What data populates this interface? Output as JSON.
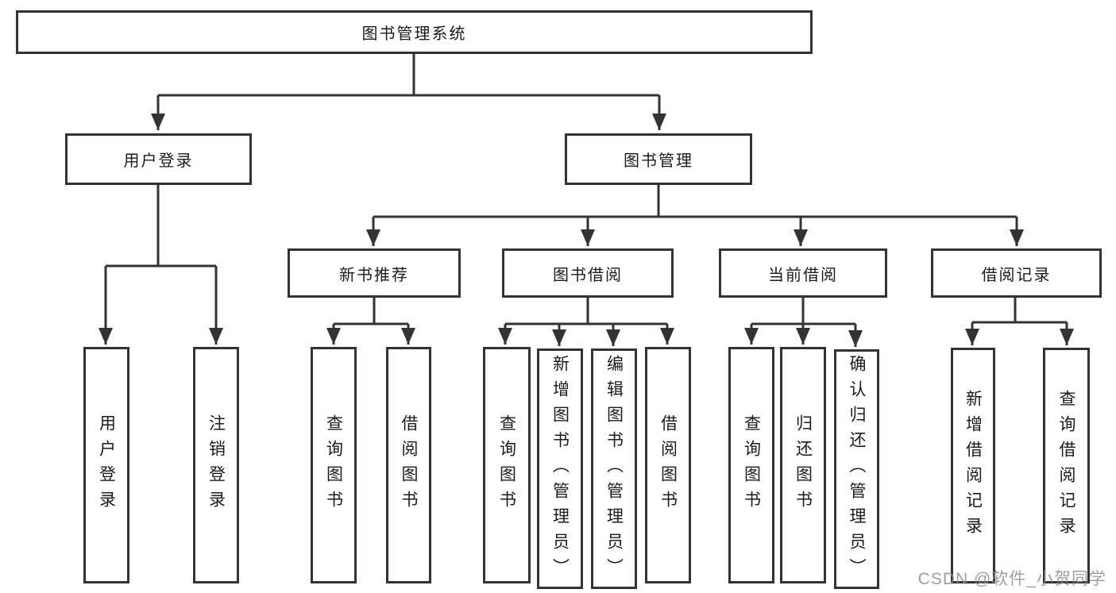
{
  "diagram": {
    "root": {
      "label": "图书管理系统"
    },
    "login": {
      "label": "用户登录",
      "children": [
        {
          "label": "用户登录"
        },
        {
          "label": "注销登录"
        }
      ]
    },
    "management": {
      "label": "图书管理",
      "children": [
        {
          "label": "新书推荐",
          "children": [
            {
              "label": "查询图书"
            },
            {
              "label": "借阅图书"
            }
          ]
        },
        {
          "label": "图书借阅",
          "children": [
            {
              "label": "查询图书"
            },
            {
              "label": "新增图书（管理员）"
            },
            {
              "label": "编辑图书（管理员）"
            },
            {
              "label": "借阅图书"
            }
          ]
        },
        {
          "label": "当前借阅",
          "children": [
            {
              "label": "查询图书"
            },
            {
              "label": "归还图书"
            },
            {
              "label": "确认归还（管理员）"
            }
          ]
        },
        {
          "label": "借阅记录",
          "children": [
            {
              "label": "新增借阅记录"
            },
            {
              "label": "查询借阅记录"
            }
          ]
        }
      ]
    }
  },
  "watermark": "CSDN @软件_小贺同学",
  "colors": {
    "line": "#333333",
    "text": "#1b1b1b",
    "bg": "#ffffff",
    "watermark": "#8f8f8f"
  }
}
